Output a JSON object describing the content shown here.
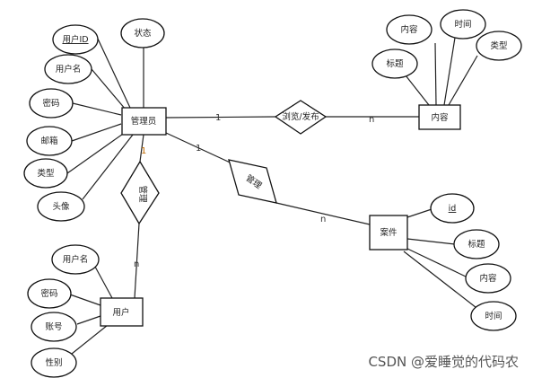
{
  "entities": {
    "admin": "管理员",
    "content": "内容",
    "user": "用户",
    "case": "案件"
  },
  "relationships": {
    "browse_publish": "浏览/发布",
    "manage_user": "管理",
    "manage_case": "管理"
  },
  "admin_attributes": {
    "user_id": "用户ID",
    "status": "状态",
    "username": "用户名",
    "password": "密码",
    "email": "邮箱",
    "type": "类型",
    "avatar": "头像"
  },
  "content_attributes": {
    "content": "内容",
    "time": "时间",
    "title": "标题",
    "type": "类型"
  },
  "user_attributes": {
    "username": "用户名",
    "password": "密码",
    "account": "账号",
    "gender": "性别"
  },
  "case_attributes": {
    "id": "id",
    "title": "标题",
    "content": "内容",
    "time": "时间"
  },
  "cardinalities": {
    "admin_browse": "1",
    "browse_content": "n",
    "admin_manage_user": "1",
    "manage_user_n": "n",
    "admin_manage_case": "1",
    "manage_case_n": "n"
  },
  "watermark": "CSDN @爱睡觉的代码农"
}
